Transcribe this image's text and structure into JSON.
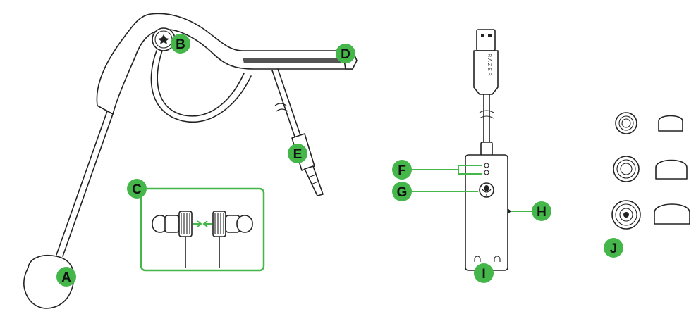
{
  "colors": {
    "accent": "#45b649",
    "line": "#222222",
    "background": "#ffffff"
  },
  "callouts": {
    "a": "A",
    "b": "B",
    "c": "C",
    "d": "D",
    "e": "E",
    "f": "F",
    "g": "G",
    "h": "H",
    "i": "I",
    "j": "J"
  },
  "usb_adapter": {
    "brand": "RAZER"
  },
  "icons": {
    "logo": "razer-logo-icon",
    "mic": "microphone-icon",
    "headset_jack": "headset-jack-icon"
  }
}
